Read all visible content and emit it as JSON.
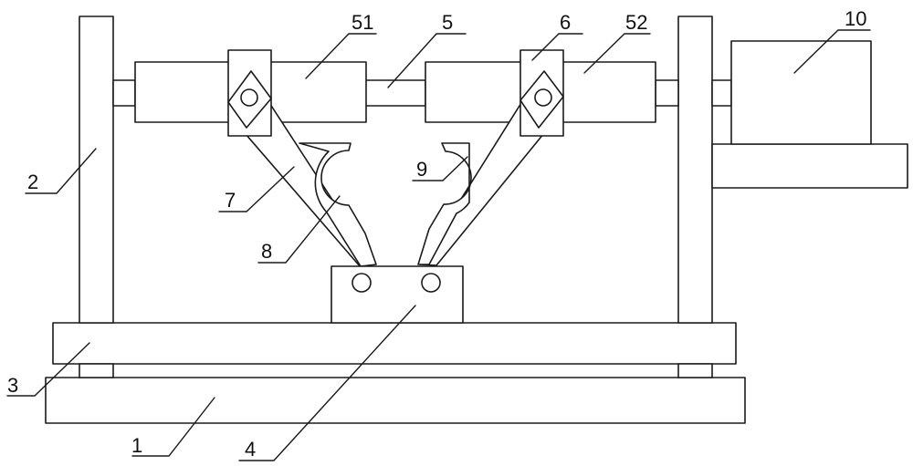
{
  "labels": {
    "base_plate": "1",
    "upright_post": "2",
    "cross_beam": "3",
    "hinge_block": "4",
    "guide_rod": "5",
    "cylinder_left": "51",
    "cylinder_right": "52",
    "slider": "6",
    "swing_arm": "7",
    "jaw_left": "8",
    "jaw_right": "9",
    "motor": "10"
  },
  "colors": {
    "line": "#1a1a1a",
    "background": "#ffffff"
  }
}
